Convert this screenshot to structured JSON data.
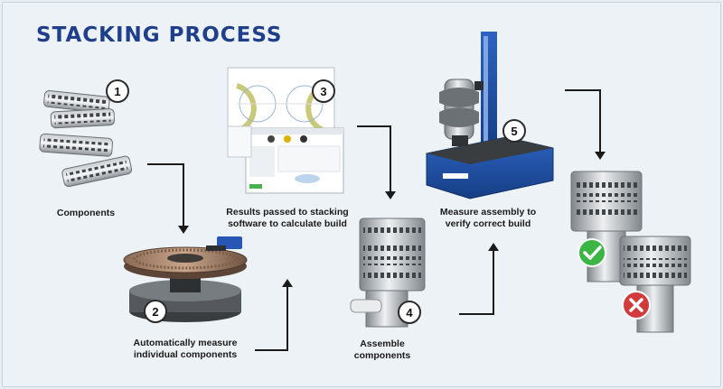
{
  "title": "STACKING PROCESS",
  "steps": [
    {
      "number": "1",
      "label_lines": [
        "Components"
      ]
    },
    {
      "number": "2",
      "label_lines": [
        "Automatically measure",
        "individual components"
      ]
    },
    {
      "number": "3",
      "label_lines": [
        "Results passed to stacking",
        "software to calculate build"
      ]
    },
    {
      "number": "4",
      "label_lines": [
        "Assemble",
        "components"
      ]
    },
    {
      "number": "5",
      "label_lines": [
        "Measure assembly to",
        "verify correct build"
      ]
    }
  ],
  "results": [
    {
      "status": "pass",
      "icon": "check-icon",
      "color": "#3cb544"
    },
    {
      "status": "fail",
      "icon": "cross-icon",
      "color": "#d23b3b"
    }
  ],
  "colors": {
    "title": "#1f3f8a",
    "machine_blue": "#1d4fa3",
    "background": "#edf2f6"
  }
}
